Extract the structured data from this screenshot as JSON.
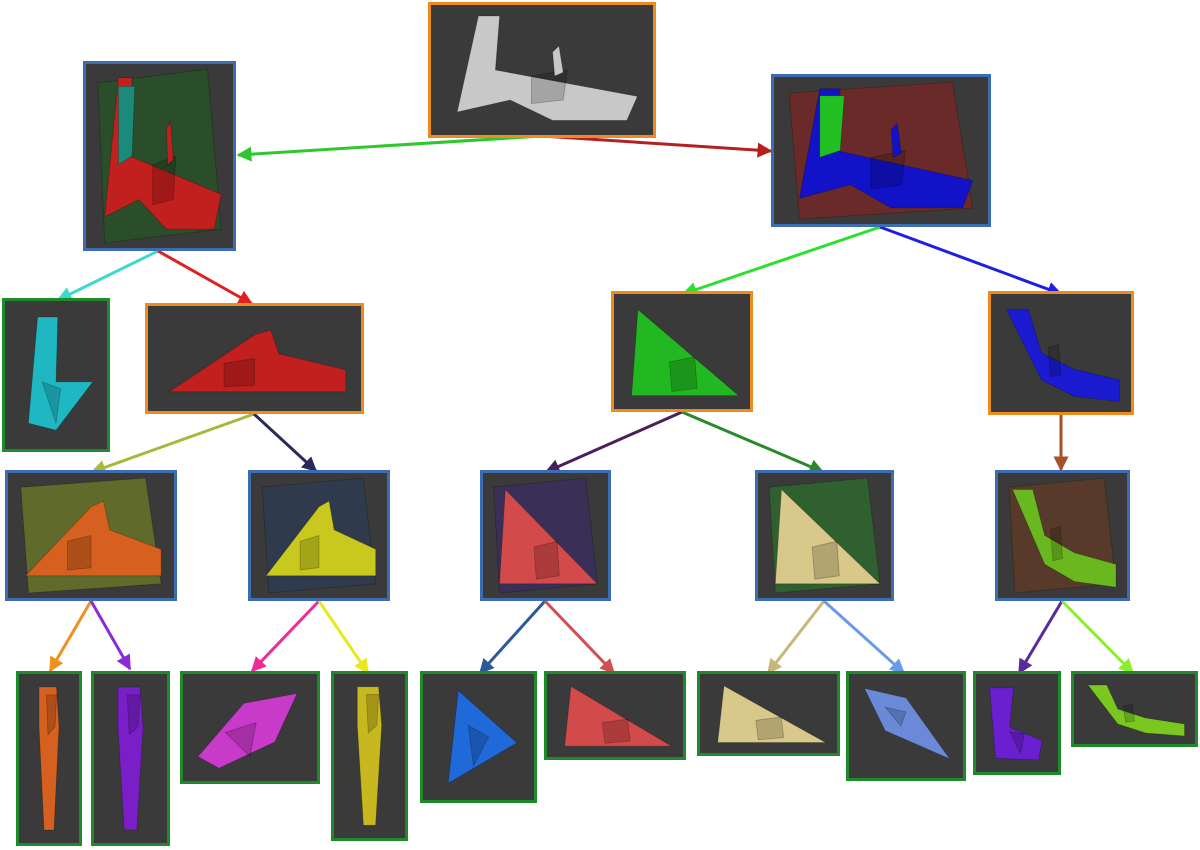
{
  "colors": {
    "frame_split": "#ef8a1f",
    "frame_cut": "#3c6db2",
    "frame_leaf": "#1f8a2a",
    "node_background": "#3a3a3a",
    "model_gray": "#c8c8c8"
  },
  "diagram": {
    "description_visible_text": "",
    "nodes": [
      {
        "id": "root",
        "frame": "split",
        "part_color": "#c8c8c8",
        "plane_color": "",
        "shape": "full"
      },
      {
        "id": "n1",
        "frame": "cut",
        "part_color": "#c21f1f",
        "plane_color": "#1f5a1f",
        "part2_color": "#1a8a7a",
        "shape": "full"
      },
      {
        "id": "n2",
        "frame": "cut",
        "part_color": "#1212c8",
        "plane_color": "#8a1f1f",
        "part2_color": "#22c022",
        "shape": "full"
      },
      {
        "id": "n3",
        "frame": "leaf",
        "part_color": "#1fb8c2",
        "shape": "fin"
      },
      {
        "id": "n4",
        "frame": "split",
        "part_color": "#c21f1f",
        "shape": "body"
      },
      {
        "id": "n5",
        "frame": "split",
        "part_color": "#22b822",
        "shape": "wedge"
      },
      {
        "id": "n6",
        "frame": "split",
        "part_color": "#1a1ad0",
        "shape": "wing"
      },
      {
        "id": "n7",
        "frame": "cut",
        "part_color": "#d5601f",
        "plane_color": "#7a8a1f",
        "shape": "body"
      },
      {
        "id": "n8",
        "frame": "cut",
        "part_color": "#c8c81f",
        "plane_color": "#2a3a5a",
        "part2_color": "#8a2aa8",
        "shape": "body"
      },
      {
        "id": "n9",
        "frame": "cut",
        "part_color": "#d24a4a",
        "plane_color": "#3a2a6a",
        "part2_color": "#2a6ac8",
        "shape": "wedge"
      },
      {
        "id": "n10",
        "frame": "cut",
        "part_color": "#d8c88a",
        "plane_color": "#2a7a2a",
        "part2_color": "#7ab8d8",
        "shape": "wedge"
      },
      {
        "id": "n11",
        "frame": "cut",
        "part_color": "#6ab81f",
        "plane_color": "#6a3a1f",
        "part2_color": "#6a1fc8",
        "shape": "wing"
      },
      {
        "id": "n12",
        "frame": "leaf",
        "part_color": "#d5601f",
        "shape": "blade"
      },
      {
        "id": "n13",
        "frame": "leaf",
        "part_color": "#7a1fc8",
        "shape": "blade"
      },
      {
        "id": "n14",
        "frame": "leaf",
        "part_color": "#c83ac8",
        "shape": "cockpit"
      },
      {
        "id": "n15",
        "frame": "leaf",
        "part_color": "#c8b81f",
        "shape": "blade"
      },
      {
        "id": "n16",
        "frame": "leaf",
        "part_color": "#1f6ad8",
        "shape": "tri"
      },
      {
        "id": "n17",
        "frame": "leaf",
        "part_color": "#d24a4a",
        "shape": "wedge"
      },
      {
        "id": "n18",
        "frame": "leaf",
        "part_color": "#d8c88a",
        "shape": "wedge"
      },
      {
        "id": "n19",
        "frame": "leaf",
        "part_color": "#6a8ad8",
        "shape": "sliver"
      },
      {
        "id": "n20",
        "frame": "leaf",
        "part_color": "#6a1fd0",
        "shape": "boot"
      },
      {
        "id": "n21",
        "frame": "leaf",
        "part_color": "#7ac81f",
        "shape": "wing"
      }
    ],
    "edges": [
      {
        "from": "root",
        "to": "n1",
        "color": "#2ec72e"
      },
      {
        "from": "root",
        "to": "n2",
        "color": "#b51f1f"
      },
      {
        "from": "n1",
        "to": "n3",
        "color": "#3fd8d0"
      },
      {
        "from": "n1",
        "to": "n4",
        "color": "#e01f1f"
      },
      {
        "from": "n2",
        "to": "n5",
        "color": "#2ee02e"
      },
      {
        "from": "n2",
        "to": "n6",
        "color": "#1f1fe0"
      },
      {
        "from": "n4",
        "to": "n7",
        "color": "#a8b83a"
      },
      {
        "from": "n4",
        "to": "n8",
        "color": "#2a2a5a"
      },
      {
        "from": "n5",
        "to": "n9",
        "color": "#4a1f5a"
      },
      {
        "from": "n5",
        "to": "n10",
        "color": "#2a8a2a"
      },
      {
        "from": "n6",
        "to": "n11",
        "color": "#a8502a"
      },
      {
        "from": "n7",
        "to": "n12",
        "color": "#f0901f"
      },
      {
        "from": "n7",
        "to": "n13",
        "color": "#8a2ad8"
      },
      {
        "from": "n8",
        "to": "n14",
        "color": "#f02a9a"
      },
      {
        "from": "n8",
        "to": "n15",
        "color": "#e8e81f"
      },
      {
        "from": "n9",
        "to": "n16",
        "color": "#2a5a9a"
      },
      {
        "from": "n9",
        "to": "n17",
        "color": "#d05050"
      },
      {
        "from": "n10",
        "to": "n18",
        "color": "#c8b878"
      },
      {
        "from": "n10",
        "to": "n19",
        "color": "#6a9ae8"
      },
      {
        "from": "n11",
        "to": "n20",
        "color": "#5a2a9a"
      },
      {
        "from": "n11",
        "to": "n21",
        "color": "#8aee2a"
      }
    ]
  }
}
